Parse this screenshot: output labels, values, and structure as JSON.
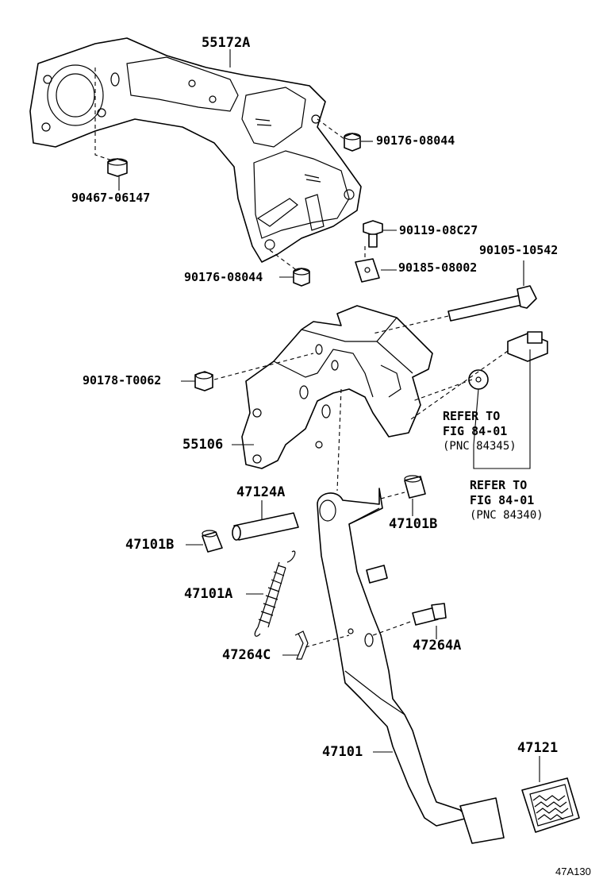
{
  "parts": {
    "p55172A": "55172A",
    "p90176_08044_top": "90176-08044",
    "p90467_06147": "90467-06147",
    "p90119_08C27": "90119-08C27",
    "p90105_10542": "90105-10542",
    "p90176_08044_bottom": "90176-08044",
    "p90185_08002": "90185-08002",
    "p90178_T0062": "90178-T0062",
    "p55106": "55106",
    "p47124A": "47124A",
    "p47101B_right": "47101B",
    "p47101B_left": "47101B",
    "p47101A": "47101A",
    "p47264C": "47264C",
    "p47264A": "47264A",
    "p47101": "47101",
    "p47121": "47121"
  },
  "notes": {
    "ref1": {
      "line1": "REFER TO",
      "line2": "FIG 84-01",
      "line3": "(PNC 84345)"
    },
    "ref2": {
      "line1": "REFER TO",
      "line2": "FIG 84-01",
      "line3": "(PNC 84340)"
    }
  },
  "diagram_code": "47A130"
}
